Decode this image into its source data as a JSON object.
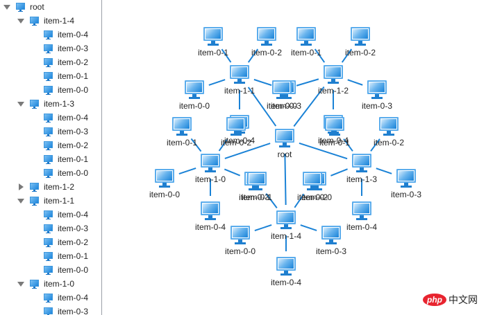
{
  "sidebar": {
    "rows": [
      {
        "label": "root",
        "level": 0,
        "expander": "open"
      },
      {
        "label": "item-1-4",
        "level": 1,
        "expander": "open"
      },
      {
        "label": "item-0-4",
        "level": 2,
        "expander": "none"
      },
      {
        "label": "item-0-3",
        "level": 2,
        "expander": "none"
      },
      {
        "label": "item-0-2",
        "level": 2,
        "expander": "none"
      },
      {
        "label": "item-0-1",
        "level": 2,
        "expander": "none"
      },
      {
        "label": "item-0-0",
        "level": 2,
        "expander": "none"
      },
      {
        "label": "item-1-3",
        "level": 1,
        "expander": "open"
      },
      {
        "label": "item-0-4",
        "level": 2,
        "expander": "none"
      },
      {
        "label": "item-0-3",
        "level": 2,
        "expander": "none"
      },
      {
        "label": "item-0-2",
        "level": 2,
        "expander": "none"
      },
      {
        "label": "item-0-1",
        "level": 2,
        "expander": "none"
      },
      {
        "label": "item-0-0",
        "level": 2,
        "expander": "none"
      },
      {
        "label": "item-1-2",
        "level": 1,
        "expander": "closed"
      },
      {
        "label": "item-1-1",
        "level": 1,
        "expander": "open"
      },
      {
        "label": "item-0-4",
        "level": 2,
        "expander": "none"
      },
      {
        "label": "item-0-3",
        "level": 2,
        "expander": "none"
      },
      {
        "label": "item-0-2",
        "level": 2,
        "expander": "none"
      },
      {
        "label": "item-0-1",
        "level": 2,
        "expander": "none"
      },
      {
        "label": "item-0-0",
        "level": 2,
        "expander": "none"
      },
      {
        "label": "item-1-0",
        "level": 1,
        "expander": "open"
      },
      {
        "label": "item-0-4",
        "level": 2,
        "expander": "none"
      },
      {
        "label": "item-0-3",
        "level": 2,
        "expander": "none"
      }
    ]
  },
  "graph": {
    "node_icon": "computer-icon",
    "edge_color": "#1a82d6",
    "nodes": [
      {
        "id": "root",
        "label": "root"
      },
      {
        "id": "1-1",
        "label": "item-1-1",
        "parent": "root"
      },
      {
        "id": "1-2",
        "label": "item-1-2",
        "parent": "root"
      },
      {
        "id": "1-0",
        "label": "item-1-0",
        "parent": "root"
      },
      {
        "id": "1-3",
        "label": "item-1-3",
        "parent": "root"
      },
      {
        "id": "1-4",
        "label": "item-1-4",
        "parent": "root"
      },
      {
        "id": "1-1-0",
        "label": "item-0-0",
        "parent": "1-1"
      },
      {
        "id": "1-1-1",
        "label": "item-0-1",
        "parent": "1-1"
      },
      {
        "id": "1-1-2",
        "label": "item-0-2",
        "parent": "1-1"
      },
      {
        "id": "1-1-3",
        "label": "item-0-3",
        "parent": "1-1"
      },
      {
        "id": "1-1-4",
        "label": "item-0-4",
        "parent": "1-1"
      },
      {
        "id": "1-2-0",
        "label": "item-0-0",
        "parent": "1-2"
      },
      {
        "id": "1-2-1",
        "label": "item-0-1",
        "parent": "1-2"
      },
      {
        "id": "1-2-2",
        "label": "item-0-2",
        "parent": "1-2"
      },
      {
        "id": "1-2-3",
        "label": "item-0-3",
        "parent": "1-2"
      },
      {
        "id": "1-2-4",
        "label": "item-0-4",
        "parent": "1-2"
      },
      {
        "id": "1-0-0",
        "label": "item-0-0",
        "parent": "1-0"
      },
      {
        "id": "1-0-1",
        "label": "item-0-1",
        "parent": "1-0"
      },
      {
        "id": "1-0-2",
        "label": "item-0-2",
        "parent": "1-0"
      },
      {
        "id": "1-0-3",
        "label": "item-0-3",
        "parent": "1-0"
      },
      {
        "id": "1-0-4",
        "label": "item-0-4",
        "parent": "1-0"
      },
      {
        "id": "1-3-0",
        "label": "item-0-0",
        "parent": "1-3"
      },
      {
        "id": "1-3-1",
        "label": "item-0-1",
        "parent": "1-3"
      },
      {
        "id": "1-3-2",
        "label": "item-0-2",
        "parent": "1-3"
      },
      {
        "id": "1-3-3",
        "label": "item-0-3",
        "parent": "1-3"
      },
      {
        "id": "1-3-4",
        "label": "item-0-4",
        "parent": "1-3"
      },
      {
        "id": "1-4-0",
        "label": "item-0-0",
        "parent": "1-4"
      },
      {
        "id": "1-4-1",
        "label": "item-0-1",
        "parent": "1-4"
      },
      {
        "id": "1-4-2",
        "label": "item-0-2",
        "parent": "1-4"
      },
      {
        "id": "1-4-3",
        "label": "item-0-3",
        "parent": "1-4"
      },
      {
        "id": "1-4-4",
        "label": "item-0-4",
        "parent": "1-4"
      }
    ]
  },
  "watermark": {
    "badge": "php",
    "text": "中文网"
  }
}
